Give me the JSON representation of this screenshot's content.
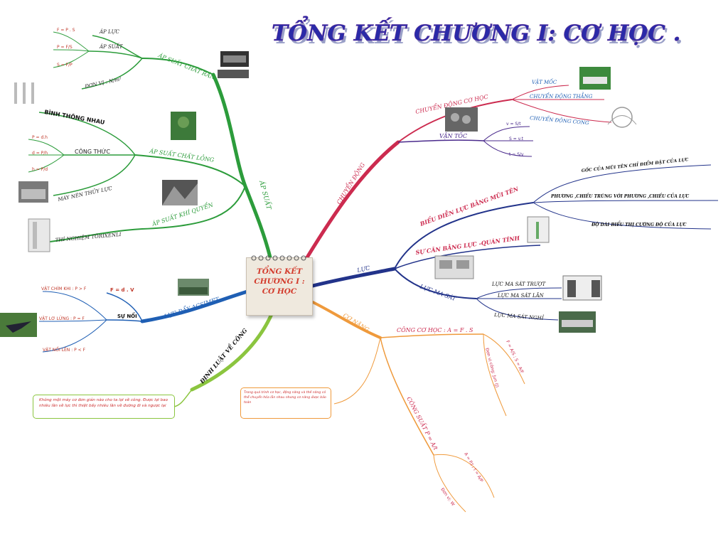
{
  "title": "TỔNG KẾT CHƯƠNG I: CƠ HỌC .",
  "center": {
    "line1": "TỔNG KẾT",
    "line2": "CHƯƠNG I :",
    "line3": "CƠ HỌC"
  },
  "colors": {
    "green": "#2c9c3b",
    "blue": "#1f5fb4",
    "red": "#cc2b4f",
    "navy": "#22338a",
    "purple": "#4a2a8c",
    "orange": "#ef9a3c",
    "lime": "#8bc53f",
    "title": "#2a2aa8"
  },
  "branches": {
    "ap_suat": {
      "label": "ÁP SUẤT",
      "chat_ran": {
        "label": "ÁP SUẤT CHẤT RẮN",
        "ap_luc": "ÁP LỰC",
        "ap_suat": "ÁP SUẤT",
        "don_vi": "ĐƠN VỊ : N/m²",
        "f1": "F = P . S",
        "f2": "P = F/S",
        "f3": "S = F/P"
      },
      "chat_long": {
        "label": "ÁP SUẤT CHẤT LỎNG",
        "binh": "BÌNH THÔNG NHAU",
        "cong_thuc": "CÔNG THỨC",
        "may": "MÁY NÉN THỦY LỰC",
        "f1": "P = d.h",
        "f2": "d = P/h",
        "f3": "h = P/d"
      },
      "khi_quyen": {
        "label": "ÁP SUẤT KHÍ QUYỂN",
        "torixenli": "THÍ NGHIỆM TÔRIXENLI"
      }
    },
    "acsimet": {
      "label": "LỰC ĐẨY ACSIMET",
      "formula": "F = d . V",
      "su_noi": "SỰ NỔI",
      "noi": "VẬT CHÌM KHI : P > F",
      "lo_lung": "VẬT LƠ LỬNG : P = F",
      "noi_len": "VẬT NỔI LÊN : P < F"
    },
    "dinh_luat": {
      "label": "ĐỊNH LUẬT VỀ CÔNG",
      "note": "Không một máy cơ đơn giản nào cho ta lợi về công. Được lợi bao nhiêu lần về lực thì thiệt bấy nhiêu lần về đường đi và ngược lại"
    },
    "chuyen_dong": {
      "label": "CHUYỂN ĐỘNG",
      "co_hoc": {
        "label": "CHUYỂN ĐỘNG CƠ HỌC",
        "vat_moc": "VẬT MỐC",
        "thang_deu": "CHUYỂN ĐỘNG THẲNG",
        "cong": "CHUYỂN ĐỘNG CONG"
      },
      "van_toc": {
        "label": "VẬN TỐC",
        "v": "v = S/t",
        "s": "S = v.t",
        "t": "t = S/v"
      }
    },
    "luc": {
      "label": "LỰC",
      "bieu_dien": {
        "label": "BIỂU DIỄN LỰC BẰNG MŨI TÊN",
        "goc": "GỐC CỦA MŨI TÊN CHỈ ĐIỂM ĐẶT CỦA LỰC",
        "phuong": "PHƯƠNG ,CHIỀU TRÙNG VỚI PHƯƠNG ,CHIỀU CỦA LỰC",
        "do_dai": "ĐỘ DÀI BIỂU THỊ CƯỜNG ĐỘ CỦA LỰC"
      },
      "can_bang": {
        "label": "SỰ CÂN BẰNG LỰC -QUÁN TÍNH"
      },
      "ma_sat": {
        "label": "LỰC MA SÁT",
        "truot": "LỰC MA SÁT TRƯỢT",
        "lan": "LỰC MA SÁT LĂN",
        "nghi": "LỰC MA SÁT NGHỈ"
      }
    },
    "co_nang": {
      "label": "CƠ NĂNG",
      "cong_co_hoc": {
        "label": "CÔNG CƠ HỌC : A = F . S",
        "b1": "F = A/S ; S = A/F",
        "b2": "Đơn vị công: Jun (J)"
      },
      "cong_suat": {
        "label": "CÔNG SUẤT P = A/t",
        "b1": "A = P.t ; t = A/P",
        "b2": "Đơn vị: W"
      },
      "note": "Trong quá trình cơ học, động năng và thế năng có thể chuyển hóa lẫn nhau nhưng cơ năng được bảo toàn"
    }
  }
}
